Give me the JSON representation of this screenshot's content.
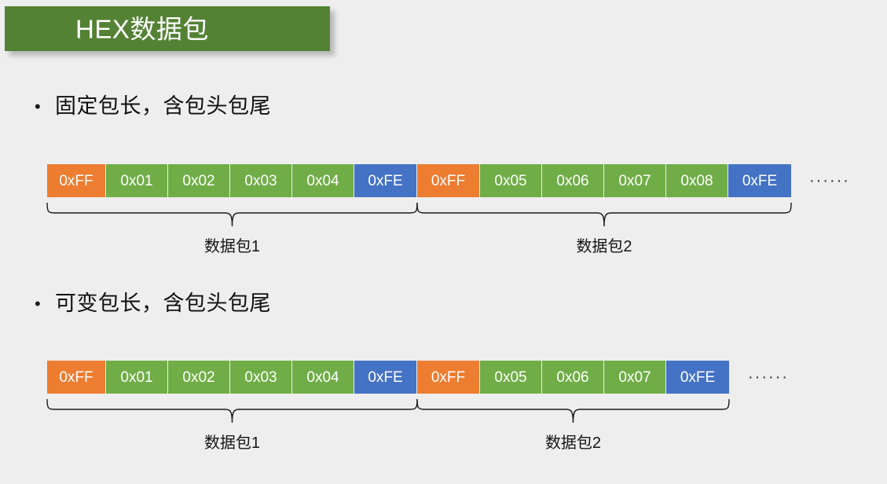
{
  "slide": {
    "title": "HEX数据包",
    "background_color": "#efeeee",
    "title_bar_color": "#548235",
    "title_text_color": "#ffffff"
  },
  "palette": {
    "header_cell": "#ed7d31",
    "data_cell": "#70ad47",
    "tail_cell": "#4472c4",
    "cell_text": "#ffffff",
    "body_text": "#0f0f0f"
  },
  "sections": [
    {
      "bullet_mark": "•",
      "bullet_text": "固定包长，含包头包尾",
      "ellipsis": "······",
      "packets": [
        {
          "label": "数据包1",
          "cells": [
            {
              "value": "0xFF",
              "role": "head",
              "width": 75
            },
            {
              "value": "0x01",
              "role": "data",
              "width": 79
            },
            {
              "value": "0x02",
              "role": "data",
              "width": 79
            },
            {
              "value": "0x03",
              "role": "data",
              "width": 79
            },
            {
              "value": "0x04",
              "role": "data",
              "width": 79
            },
            {
              "value": "0xFE",
              "role": "tail",
              "width": 80
            }
          ]
        },
        {
          "label": "数据包2",
          "cells": [
            {
              "value": "0xFF",
              "role": "head",
              "width": 80
            },
            {
              "value": "0x05",
              "role": "data",
              "width": 79
            },
            {
              "value": "0x06",
              "role": "data",
              "width": 79
            },
            {
              "value": "0x07",
              "role": "data",
              "width": 79
            },
            {
              "value": "0x08",
              "role": "data",
              "width": 79
            },
            {
              "value": "0xFE",
              "role": "tail",
              "width": 80
            }
          ]
        }
      ]
    },
    {
      "bullet_mark": "•",
      "bullet_text": "可变包长，含包头包尾",
      "ellipsis": "······",
      "packets": [
        {
          "label": "数据包1",
          "cells": [
            {
              "value": "0xFF",
              "role": "head",
              "width": 75
            },
            {
              "value": "0x01",
              "role": "data",
              "width": 79
            },
            {
              "value": "0x02",
              "role": "data",
              "width": 79
            },
            {
              "value": "0x03",
              "role": "data",
              "width": 79
            },
            {
              "value": "0x04",
              "role": "data",
              "width": 79
            },
            {
              "value": "0xFE",
              "role": "tail",
              "width": 80
            }
          ]
        },
        {
          "label": "数据包2",
          "cells": [
            {
              "value": "0xFF",
              "role": "head",
              "width": 80
            },
            {
              "value": "0x05",
              "role": "data",
              "width": 79
            },
            {
              "value": "0x06",
              "role": "data",
              "width": 79
            },
            {
              "value": "0x07",
              "role": "data",
              "width": 79
            },
            {
              "value": "0xFE",
              "role": "tail",
              "width": 80
            }
          ]
        }
      ]
    }
  ]
}
